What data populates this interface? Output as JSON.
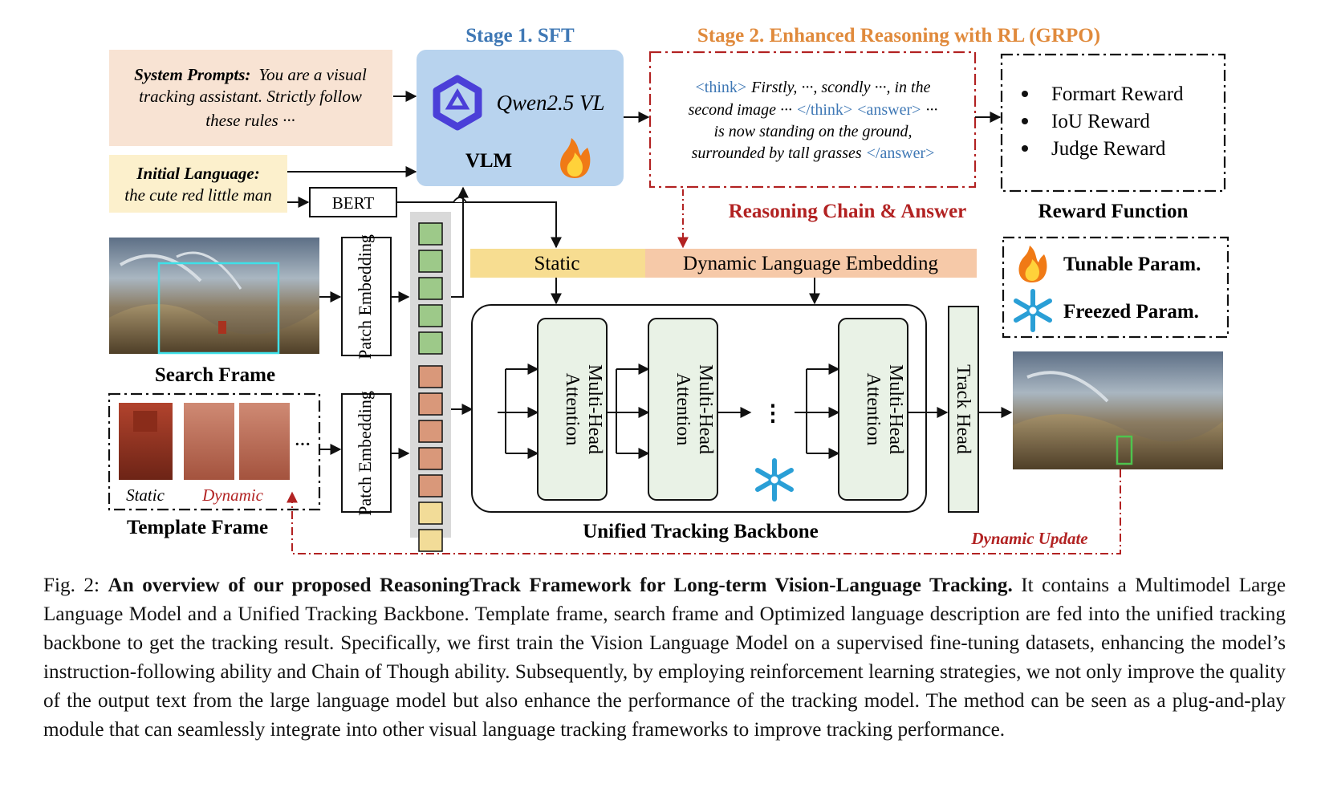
{
  "stage1": {
    "title": "Stage 1. SFT",
    "color": "#3f78b5"
  },
  "stage2": {
    "title": "Stage 2. Enhanced Reasoning with RL (GRPO)",
    "color": "#e08a3c"
  },
  "system_prompt": {
    "label": "System Prompts:",
    "line1_rest": "You are a visual",
    "line2": "tracking assistant. Strictly follow",
    "line3": "these rules ···"
  },
  "initial_language": {
    "label": "Initial Language:",
    "text": "the cute red little man"
  },
  "bert": "BERT",
  "vlm": {
    "model": "Qwen2.5 VL",
    "label": "VLM"
  },
  "reasoning_output": {
    "think_open": "<think>",
    "l1_text": "Firstly, ···, scondly ···, in the",
    "l2_text": "second image ···",
    "think_close": "</think>",
    "answer_open": "<answer>",
    "l2_tail": "···",
    "l3": "is now standing on the ground,",
    "l4": "surrounded by tall grasses",
    "answer_close": "</answer>",
    "tag_color": "#3f78b5"
  },
  "rewards": {
    "items": [
      "Formart Reward",
      "IoU Reward",
      "Judge Reward"
    ],
    "caption": "Reward Function"
  },
  "reasoning_chain_label": "Reasoning Chain & Answer",
  "language_embedding": {
    "static": "Static",
    "dynamic": "Dynamic Language Embedding"
  },
  "legend": {
    "tunable": "Tunable Param.",
    "freezed": "Freezed Param."
  },
  "search_frame": {
    "caption": "Search Frame"
  },
  "template_frame": {
    "caption": "Template Frame",
    "static_label": "Static",
    "dynamic_label": "Dynamic",
    "ellipsis": "···"
  },
  "patch_embedding": "Patch Embedding",
  "backbone": {
    "block_label_1": "Multi-Head",
    "block_label_2": "Attention",
    "ellipsis": "⋮",
    "caption": "Unified Tracking Backbone"
  },
  "track_head": "Track Head",
  "dynamic_update": "Dynamic Update",
  "colors": {
    "accent_red": "#b22222",
    "vlm_box": "#b8d3ee",
    "prompt_box": "#f8e3d3",
    "lang_box": "#fcf0cc",
    "static_emb": "#f7dd91",
    "dynamic_emb": "#f6c9a8",
    "block_fill": "#e9f2e6",
    "token_green": "#9dc989",
    "token_orange": "#d9987a",
    "token_yellow": "#f2dc98",
    "snowflake": "#2a9fd6"
  },
  "caption": {
    "prefix": "Fig. 2:",
    "bold": "An overview of our proposed ReasoningTrack Framework for Long-term Vision-Language Tracking.",
    "body": "It contains a Multimodel Large Language Model and a Unified Tracking Backbone. Template frame, search frame and Optimized language description are fed into the unified tracking backbone to get the tracking result. Specifically, we first train the Vision Language Model on a supervised fine-tuning datasets, enhancing the model’s instruction-following ability and Chain of Though ability. Subsequently, by employing reinforcement learning strategies, we not only improve the quality of the output text from the large language model but also enhance the performance of the tracking model. The method can be seen as a plug-and-play module that can seamlessly integrate into other visual language tracking frameworks to improve tracking performance."
  }
}
